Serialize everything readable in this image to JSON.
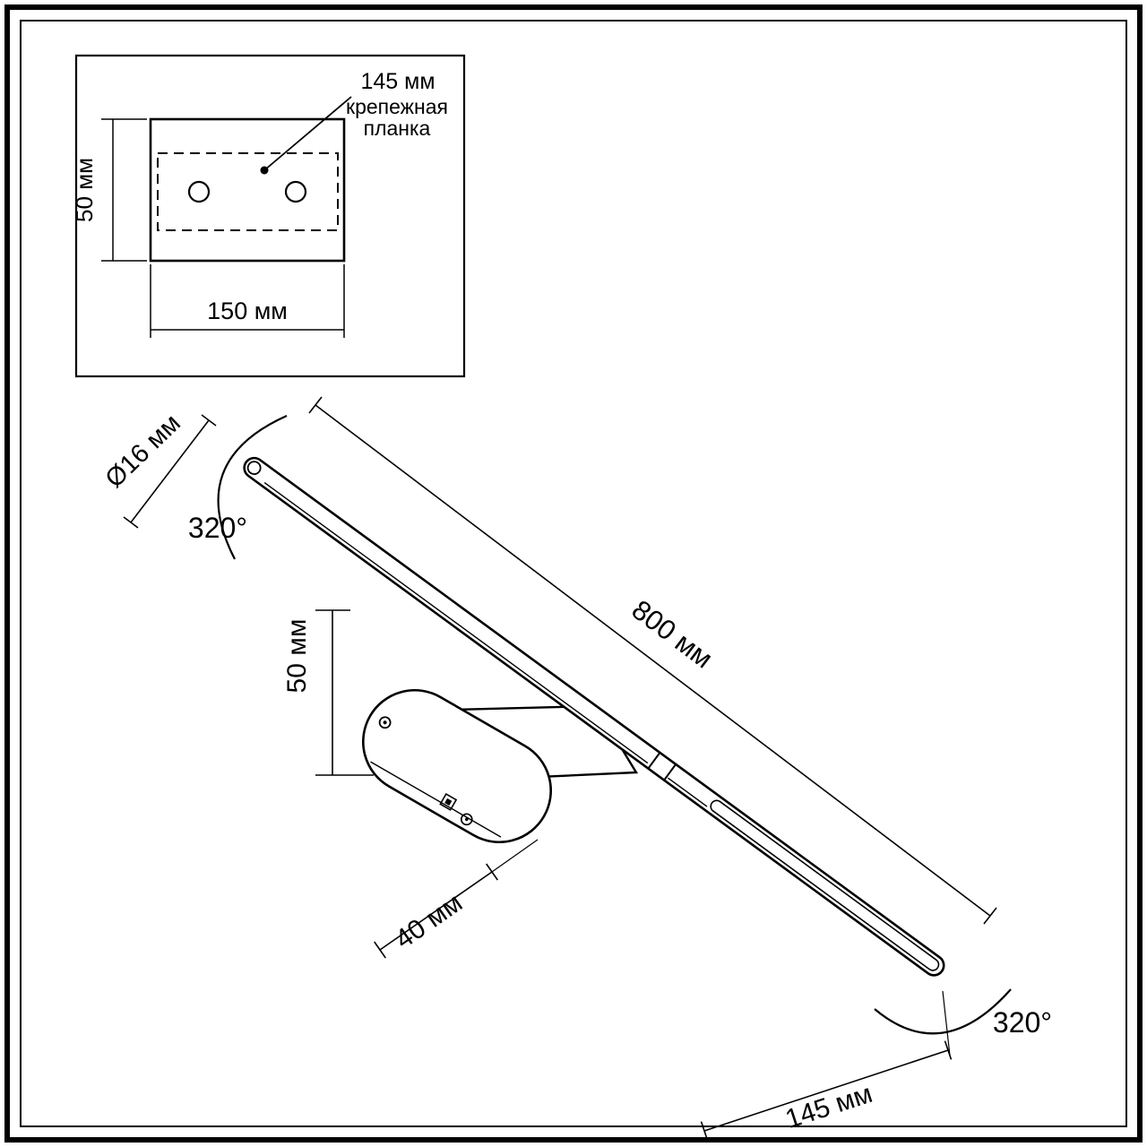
{
  "inset": {
    "plate_center_label": "145 мм",
    "plate_caption": [
      "крепежная",
      "планка"
    ],
    "plate_height": "50 мм",
    "plate_width": "150 мм"
  },
  "main": {
    "diameter": "Ø16 мм",
    "rotation_top": "320°",
    "length": "800 мм",
    "mount_height": "50 мм",
    "mount_depth": "40 мм",
    "tip_offset": "145 мм",
    "rotation_bottom": "320°"
  },
  "colors": {
    "ink": "#000000",
    "paper": "#ffffff"
  }
}
